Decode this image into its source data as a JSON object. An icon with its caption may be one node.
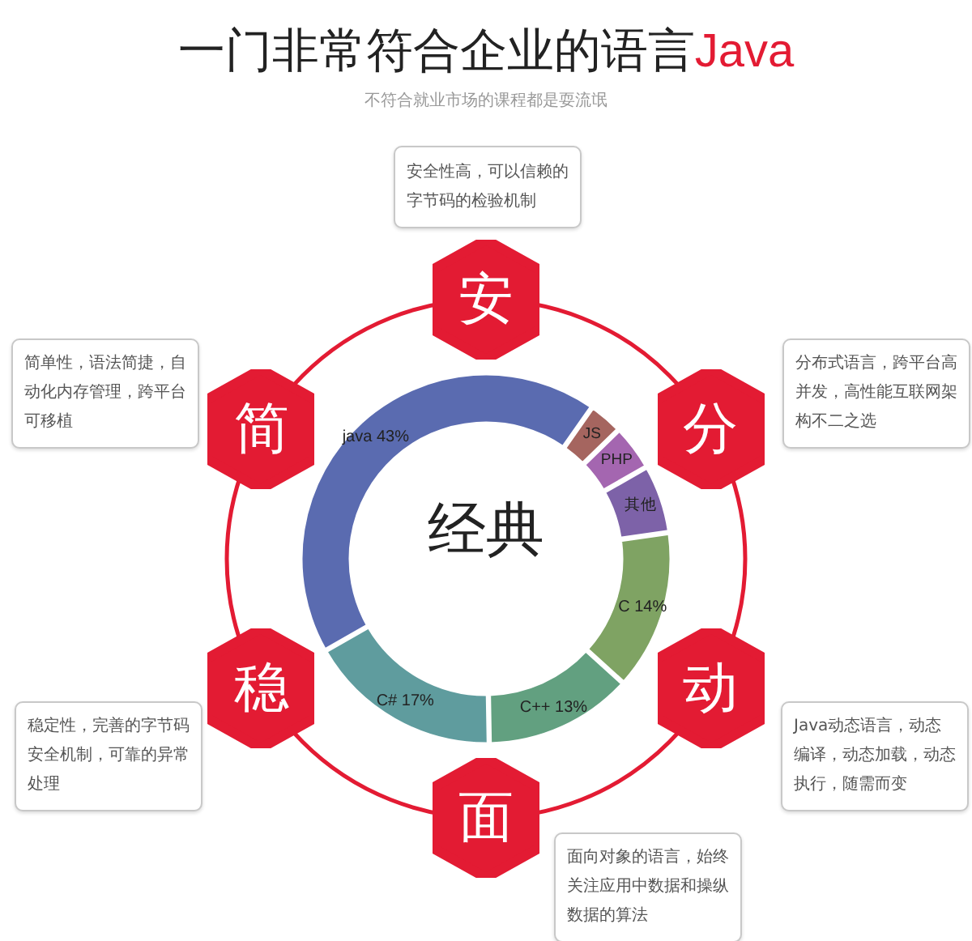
{
  "diagram": {
    "title": "一门非常符合企业的语言Java",
    "nodes": [
      {
        "text": [
          "安全性高，可以信赖的字节码的检验机制"
        ]
      },
      {
        "text": [
          "安"
        ]
      },
      {
        "text": [
          "简单性，语法简捷，自动化内存管理，跨平台可移植"
        ]
      },
      {
        "text": [
          "分布式语言，跨平台高并发，高性能互联网架构不二之选"
        ]
      },
      {
        "text": [
          "简"
        ]
      },
      {
        "text": [
          "分"
        ]
      },
      {
        "text": [
          "稳"
        ]
      },
      {
        "text": [
          "动"
        ]
      },
      {
        "text": [
          "稳定性，完善的字节码安全机制，可靠的异常处理"
        ]
      },
      {
        "text": [
          "Java动态语言，动态编译，动态加载，动态执行，随需而变"
        ]
      },
      {
        "text": [
          "面"
        ]
      },
      {
        "text": [
          "面向对象的语言，始终关注应用中数据和操纵数据的算法"
        ]
      }
    ],
    "labels": [
      "不符合就业市场的课程都是耍流氓",
      "经典"
    ],
    "chart_data": {
      "type": "donut",
      "categories": [
        "java 43%",
        "JS",
        "PHP",
        "其他",
        "C 14%",
        "C++ 13%",
        "C# 17%"
      ],
      "series": [
        {
          "values": [
            43,
            3,
            4,
            6,
            14,
            13,
            17
          ]
        }
      ]
    }
  }
}
